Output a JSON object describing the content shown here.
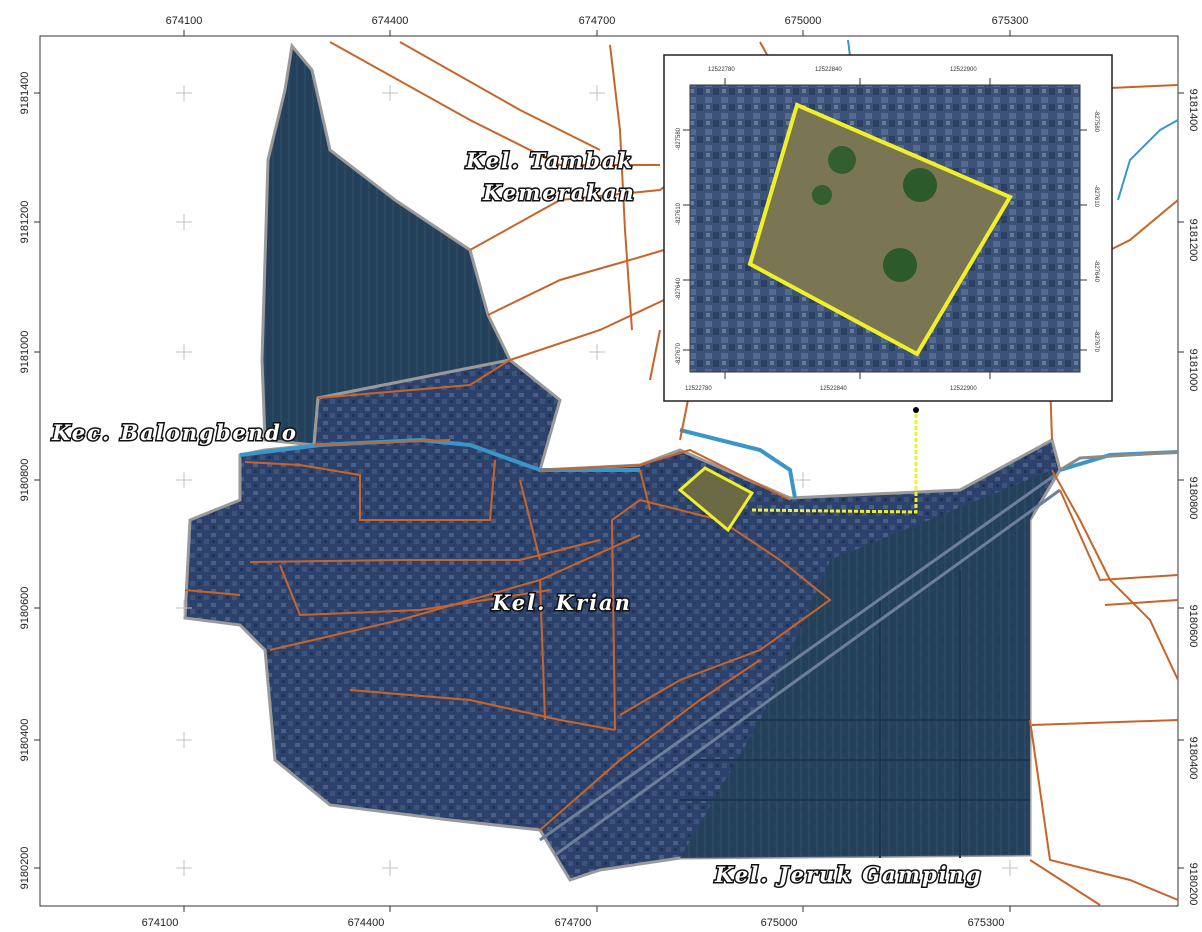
{
  "map": {
    "top_ticks": [
      "674100",
      "674400",
      "674700",
      "675000",
      "675300"
    ],
    "bottom_ticks": [
      "674100",
      "674400",
      "674700",
      "675000",
      "675300"
    ],
    "left_ticks": [
      "9181400",
      "9181200",
      "9181000",
      "9180800",
      "9180600",
      "9180400",
      "9180200"
    ],
    "right_ticks": [
      "9181400",
      "9181200",
      "9181000",
      "9180800",
      "9180600",
      "9180400",
      "9180200"
    ],
    "labels": {
      "tambak_line1": "Kel. Tambak",
      "tambak_line2": "Kemerakan",
      "balongbendo": "Kec. Balongbendo",
      "krian": "Kel. Krian",
      "jeruk": "Kel. Jeruk Gamping"
    },
    "colors": {
      "boundary": "#c8642a",
      "river": "#3a96c8",
      "highlight": "#f0f02a",
      "imagery": "#27406a",
      "outline": "#9a9a9a"
    }
  },
  "inset": {
    "top_ticks": [
      "12522780",
      "12522840",
      "12522900"
    ],
    "bottom_ticks": [
      "12522780",
      "12522840",
      "12522900"
    ],
    "left_ticks": [
      "-827580",
      "-827610",
      "-827640",
      "-827670"
    ],
    "right_ticks": [
      "-827580",
      "-827610",
      "-827640",
      "-827670"
    ]
  }
}
